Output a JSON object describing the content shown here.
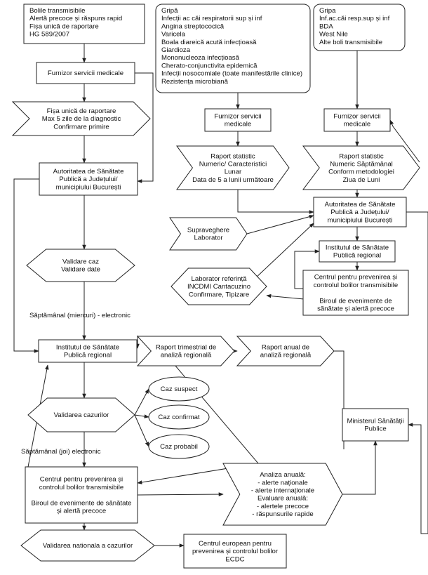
{
  "nodes": {
    "col1_source": [
      "Bolile transmisibile",
      "Alertă precoce și răspuns rapid",
      "Fișa unică de raportare",
      "HG 589/2007"
    ],
    "col2_source": [
      "Gripă",
      "Infecții ac căi respiratorii sup și inf",
      "Angina streptococică",
      "Varicela",
      "Boala diareică acută infecțioasă",
      "Giardioza",
      "Mononucleoza infecțioasă",
      "Cherato-conjunctivita epidemică",
      "Infecții nosocomiale (toate manifestările clinice)",
      "Rezistența microbiană"
    ],
    "col3_source": [
      "Gripa",
      "Inf.ac.căi resp.sup și inf",
      "BDA",
      "West Nile",
      "Alte boli transmisibile"
    ],
    "furnizor_1": [
      "Furnizor servicii medicale"
    ],
    "fisa_raportare": [
      "Fișa unică de raportare",
      "Max 5 zile de la diagnostic",
      "Confirmare primire"
    ],
    "dsp_1": [
      "Autoritatea de Sănătate",
      "Publică a Județului/",
      "municipiului București"
    ],
    "validare_caz": [
      "Validare caz",
      "Validare date"
    ],
    "furnizor_2": [
      "Furnizor servicii",
      "medicale"
    ],
    "raport_lunar": [
      "Raport statistic",
      "Numeric/ Caracteristici",
      "Lunar",
      "Data de 5 a lunii următoare"
    ],
    "furnizor_3": [
      "Furnizor servicii",
      "medicale"
    ],
    "raport_saptamanal": [
      "Raport statistic",
      "Numeric Săptămânal",
      "Conform metodologiei",
      "Ziua de Luni"
    ],
    "dsp_2": [
      "Autoritatea de Sănătate",
      "Publică a Județului/",
      "municipiului București"
    ],
    "supraveghere": [
      "Supraveghere",
      "Laborator"
    ],
    "isp_regional_1": [
      "Institutul de Sănătate",
      "Publică regional"
    ],
    "laborator": [
      "Laborator referință",
      "INCDMI Cantacuzino",
      "Confirmare, Tipizare"
    ],
    "cnsctb_1": [
      "Centrul pentru prevenirea și",
      "controlul bolilor transmisibile",
      "",
      "Biroul de evenimente de",
      "sănătate și alertă precoce"
    ],
    "isp_regional_2": [
      "Institutul de Sănătate",
      "Publică regional"
    ],
    "raport_trimestrial": [
      "Raport trimestrial de",
      "analiză regională"
    ],
    "raport_anual": [
      "Raport anual de",
      "analiză regională"
    ],
    "caz_suspect": [
      "Caz suspect"
    ],
    "caz_confirmat": [
      "Caz confirmat"
    ],
    "caz_probabil": [
      "Caz probabil"
    ],
    "validarea_cazurilor": [
      "Validarea cazurilor"
    ],
    "ministerul": [
      "Ministerul Sănătății",
      "Publice"
    ],
    "cnsctb_2": [
      "Centrul pentru prevenirea și",
      "controlul bolilor transmisibile",
      "",
      "Biroul de evenimente de sănătate",
      "și alertă precoce"
    ],
    "analiza_anuala": [
      "Analiza anuală:",
      "- alerte naționale",
      "- alerte internaționale",
      "Evaluare anuală:",
      "- alertele precoce",
      "- răspunsurile rapide"
    ],
    "validarea_nationala": [
      "Validarea nationala a cazurilor"
    ],
    "ecdc": [
      "Centrul european pentru",
      "prevenirea și controlul bolilor",
      "ECDC"
    ]
  },
  "edge_labels": {
    "saptamanal_miercuri": "Săptămânal (miercuri) - electronic",
    "saptamanal_joi": "Săptămânal (joi) electronic"
  }
}
